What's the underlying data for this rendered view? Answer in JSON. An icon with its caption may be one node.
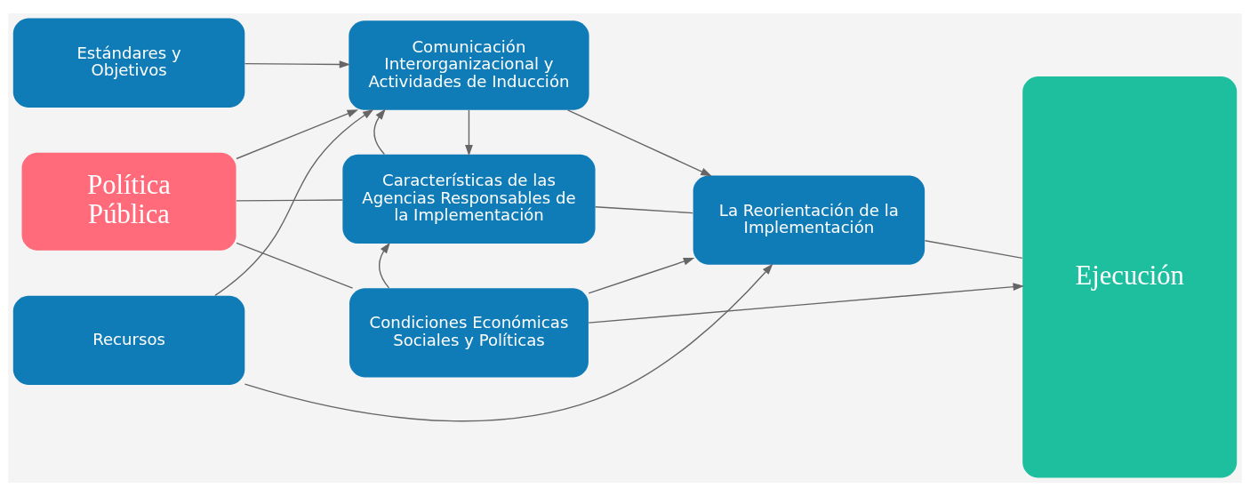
{
  "diagram": {
    "nodes": [
      {
        "text": [
          "Comunicación Interorganizacional y Actividades de Inducción"
        ]
      },
      {
        "text": [
          "Estándares y Objetivos"
        ]
      },
      {
        "text": [
          "Política Pública"
        ]
      },
      {
        "text": [
          "Características de las Agencias Responsables de la Implementación"
        ]
      },
      {
        "text": [
          "La Reorientación de la Implementación"
        ]
      },
      {
        "text": [
          "Ejecución"
        ]
      },
      {
        "text": [
          "Recursos"
        ]
      },
      {
        "text": [
          "Condiciones Económicas Sociales y Políticas"
        ]
      }
    ],
    "edges": [
      {
        "from": 1,
        "to": 0,
        "arrow": "to"
      },
      {
        "from": 2,
        "to": 0,
        "arrow": "to"
      },
      {
        "from": 2,
        "to": 3,
        "arrow": "none"
      },
      {
        "from": 2,
        "to": 7,
        "arrow": "none"
      },
      {
        "from": 6,
        "to": 0,
        "arrow": "to"
      },
      {
        "from": 6,
        "to": 4,
        "arrow": "to"
      },
      {
        "from": 0,
        "to": 3,
        "arrow": "to"
      },
      {
        "from": 3,
        "to": 0,
        "arrow": "to"
      },
      {
        "from": 7,
        "to": 3,
        "arrow": "to"
      },
      {
        "from": 0,
        "to": 4,
        "arrow": "to"
      },
      {
        "from": 3,
        "to": 4,
        "arrow": "none"
      },
      {
        "from": 7,
        "to": 4,
        "arrow": "to"
      },
      {
        "from": 7,
        "to": 5,
        "arrow": "to"
      },
      {
        "from": 4,
        "to": 5,
        "arrow": "none"
      }
    ]
  }
}
